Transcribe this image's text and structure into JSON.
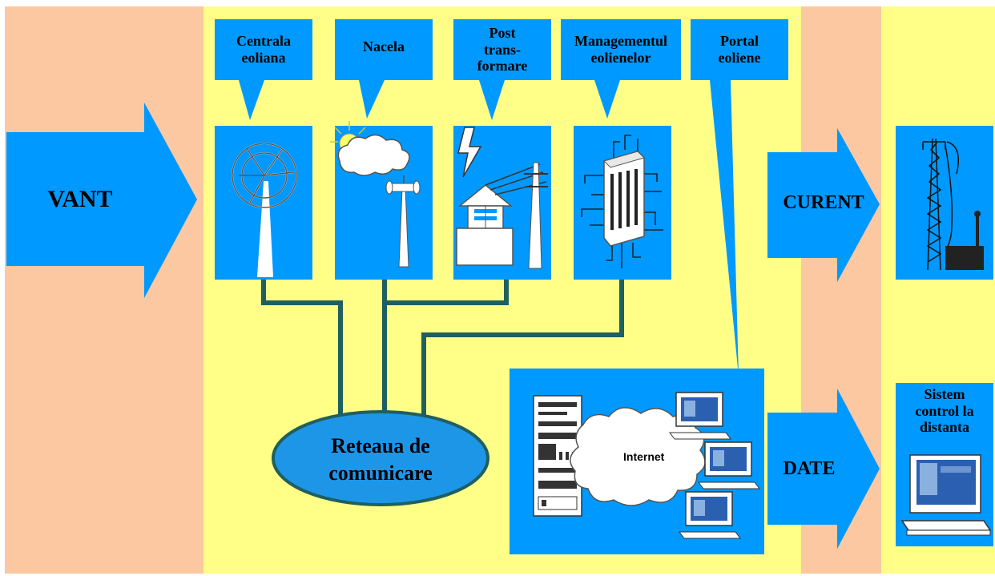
{
  "colors": {
    "peach": "#fbc8a2",
    "yellow": "#ffff88",
    "blue": "#0099ff",
    "dark_teal": "#1f5f5f",
    "ellipse_fill": "#1e96e8"
  },
  "wind_arrow": {
    "label": "VANT"
  },
  "callouts": {
    "centrala": {
      "line1": "Centrala",
      "line2": "eoliana"
    },
    "nacela": {
      "line1": "Nacela"
    },
    "post": {
      "line1": "Post",
      "line2": "trans-",
      "line3": "formare"
    },
    "management": {
      "line1": "Managementul",
      "line2": "eolienelor"
    },
    "portal": {
      "line1": "Portal",
      "line2": "eoliene"
    }
  },
  "network": {
    "line1": "Reteaua de",
    "line2": "comunicare"
  },
  "internet_label": "Internet",
  "current_arrow": {
    "label": "CURENT"
  },
  "data_arrow": {
    "label": "DATE"
  },
  "remote_control": {
    "line1": "Sistem",
    "line2": "control la",
    "line3": "distanta"
  },
  "icons": [
    "wind-turbine-icon",
    "weather-cloud-icon",
    "nacelle-anemometer-icon",
    "transformer-station-icon",
    "lightning-icon",
    "server-rack-icon",
    "transmission-tower-icon",
    "internet-cloud-icon",
    "computer-icon"
  ]
}
